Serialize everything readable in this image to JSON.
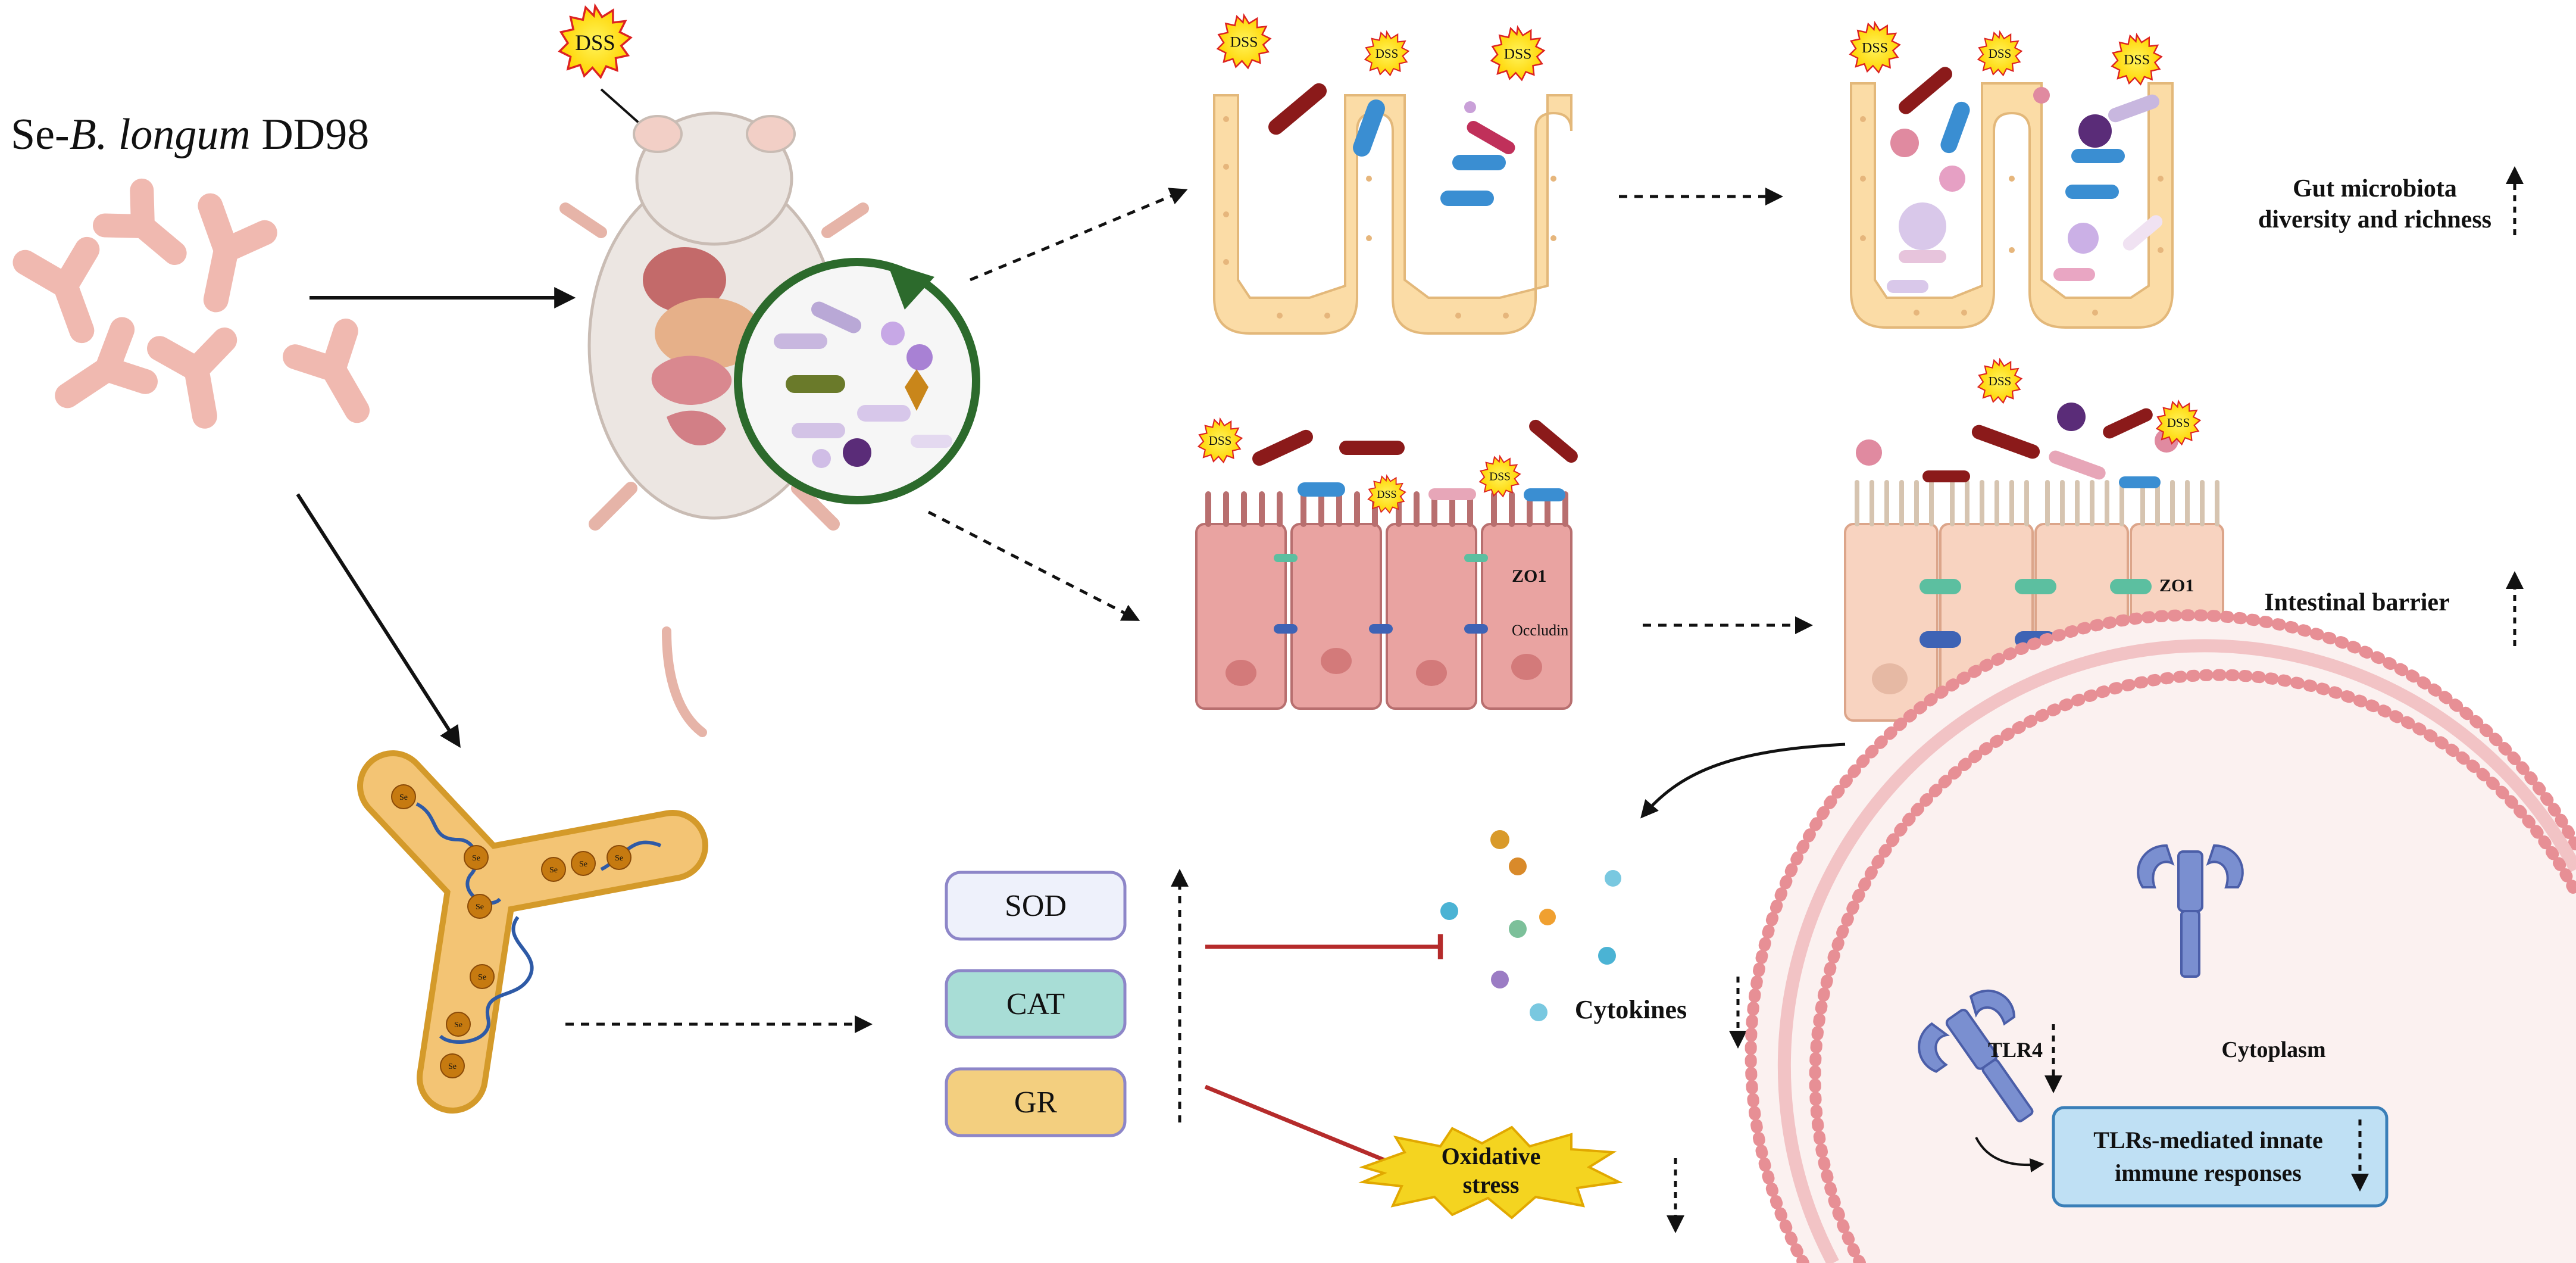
{
  "title": {
    "prefix": "Se-",
    "italic": "B. longum",
    "suffix": " DD98"
  },
  "dss_label": "DSS",
  "outcomes": {
    "microbiota": {
      "line1": "Gut microbiota",
      "line2": "diversity and richness",
      "direction": "up"
    },
    "barrier": {
      "text": "Intestinal barrier",
      "direction": "up"
    },
    "cytokines": {
      "text": "Cytokines",
      "direction": "down"
    },
    "oxidative": {
      "line1": "Oxidative",
      "line2": "stress",
      "direction": "down"
    },
    "tlr4": {
      "text": "TLR4",
      "direction": "down"
    },
    "tlr_response": {
      "line1": "TLRs-mediated innate",
      "line2": "immune responses",
      "direction": "down"
    }
  },
  "junctions": {
    "zo1": "ZO1",
    "occludin": "Occludin"
  },
  "enzymes": [
    {
      "label": "SOD",
      "color": "#eef1fb"
    },
    {
      "label": "CAT",
      "color": "#a8ddd6"
    },
    {
      "label": "GR",
      "color": "#f3cf7f"
    }
  ],
  "enzymes_direction": "up",
  "cytoplasm_label": "Cytoplasm",
  "se_label": "Se",
  "colors": {
    "bacteria_body": "#f0b9b0",
    "villi_fill": "#fbdca6",
    "epithelium_cell": "#e9a3a1",
    "healthy_cell": "#f8d3c0",
    "inhibit_red": "#b52b2b",
    "membrane_pink": "#e78f95",
    "tlr_blue": "#6b7fc2",
    "dss_yellow": "#ffe600",
    "dss_red": "#cc2020"
  }
}
